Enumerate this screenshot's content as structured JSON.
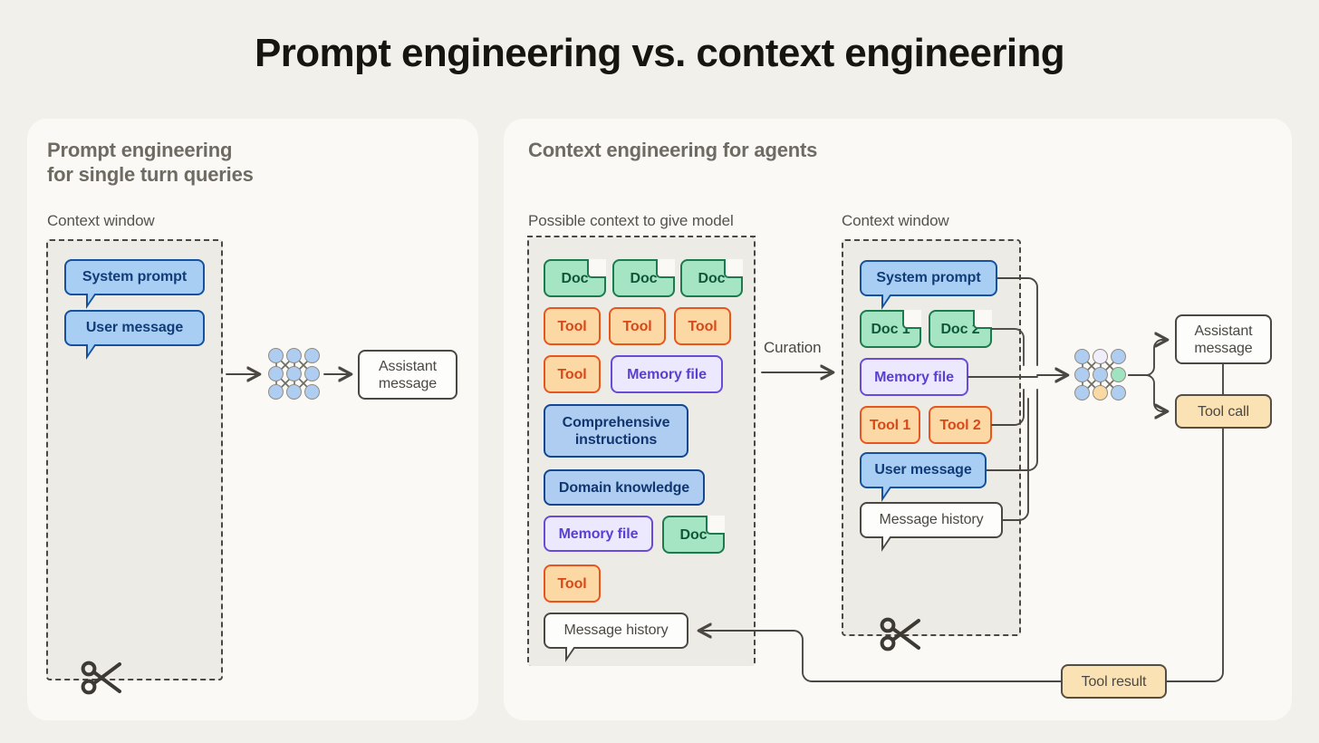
{
  "title": "Prompt engineering vs. context engineering",
  "colors": {
    "page_bg": "#f2f0ea",
    "panel_bg": "#faf9f5",
    "dashed_fill": "#ecebe5",
    "stroke": "#4b4842",
    "doc_green": "#a5e5c3",
    "doc_green_border": "#1c7a4e",
    "tool_orange": "#fcd9a4",
    "tool_orange_border": "#e8561f",
    "memory_purple": "#ece9ff",
    "memory_purple_border": "#6a4bd8",
    "message_blue": "#a9cef4",
    "message_blue_border": "#14519e",
    "tool_call_amber": "#fbe2b4"
  },
  "left_panel": {
    "heading": "Prompt engineering\nfor single turn queries",
    "context_window_label": "Context window",
    "items": [
      {
        "label": "System prompt",
        "type": "message-bubble"
      },
      {
        "label": "User message",
        "type": "message-bubble"
      }
    ],
    "model_icon": "neural-network-icon",
    "output": {
      "label": "Assistant message"
    },
    "truncation_icon": "scissors-icon"
  },
  "right_panel": {
    "heading": "Context engineering for agents",
    "pool_label": "Possible context to give model",
    "context_window_label": "Context window",
    "curation_label": "Curation",
    "pool_items": [
      {
        "label": "Doc",
        "type": "doc"
      },
      {
        "label": "Doc",
        "type": "doc"
      },
      {
        "label": "Doc",
        "type": "doc"
      },
      {
        "label": "Tool",
        "type": "tool"
      },
      {
        "label": "Tool",
        "type": "tool"
      },
      {
        "label": "Tool",
        "type": "tool"
      },
      {
        "label": "Tool",
        "type": "tool"
      },
      {
        "label": "Memory file",
        "type": "memory"
      },
      {
        "label": "Comprehensive instructions",
        "type": "instructions"
      },
      {
        "label": "Domain knowledge",
        "type": "instructions"
      },
      {
        "label": "Memory file",
        "type": "memory"
      },
      {
        "label": "Doc",
        "type": "doc"
      },
      {
        "label": "Tool",
        "type": "tool"
      },
      {
        "label": "Message history",
        "type": "history-bubble"
      }
    ],
    "context_items": [
      {
        "label": "System prompt",
        "type": "message-bubble"
      },
      {
        "label": "Doc 1",
        "type": "doc"
      },
      {
        "label": "Doc 2",
        "type": "doc"
      },
      {
        "label": "Memory file",
        "type": "memory"
      },
      {
        "label": "Tool 1",
        "type": "tool"
      },
      {
        "label": "Tool 2",
        "type": "tool"
      },
      {
        "label": "User message",
        "type": "message-bubble"
      },
      {
        "label": "Message history",
        "type": "history-bubble"
      }
    ],
    "model_icon": "neural-network-icon",
    "outputs": [
      {
        "label": "Assistant message",
        "type": "plain"
      },
      {
        "label": "Tool call",
        "type": "tool-call"
      }
    ],
    "feedback": {
      "label": "Tool result",
      "type": "tool-call"
    },
    "truncation_icon": "scissors-icon"
  }
}
